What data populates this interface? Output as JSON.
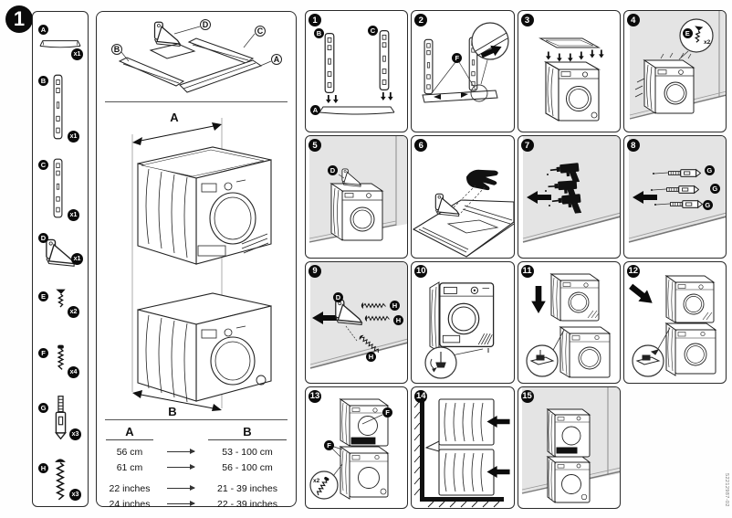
{
  "page": {
    "number": "1",
    "doc_code": "52212987-02"
  },
  "parts_panel": {
    "items": [
      {
        "label": "A",
        "qty": "x1",
        "icon": "crossbar-icon"
      },
      {
        "label": "B",
        "qty": "x1",
        "icon": "rail-left-icon"
      },
      {
        "label": "C",
        "qty": "x1",
        "icon": "rail-right-icon"
      },
      {
        "label": "D",
        "qty": "x1",
        "icon": "wall-bracket-icon"
      },
      {
        "label": "E",
        "qty": "x2",
        "icon": "countersunk-screw-icon"
      },
      {
        "label": "F",
        "qty": "x4",
        "icon": "pan-head-screw-icon"
      },
      {
        "label": "G",
        "qty": "x3",
        "icon": "wall-anchor-icon"
      },
      {
        "label": "H",
        "qty": "x3",
        "icon": "round-head-screw-icon"
      }
    ]
  },
  "overview": {
    "exploded_labels": {
      "d": "D",
      "c": "C",
      "b": "B",
      "a": "A"
    },
    "dim_top": "A",
    "dim_bottom": "B",
    "size_table": {
      "header_a": "A",
      "header_b": "B",
      "rows": [
        {
          "a": "56 cm",
          "b": "53 - 100 cm"
        },
        {
          "a": "61 cm",
          "b": "56 - 100 cm"
        },
        {
          "a": "22 inches",
          "b": "21 - 39 inches"
        },
        {
          "a": "24 inches",
          "b": "22 - 39 inches"
        }
      ]
    }
  },
  "steps": [
    {
      "num": "1",
      "labels": {
        "b": "B",
        "c": "C",
        "a": "A"
      }
    },
    {
      "num": "2",
      "labels": {
        "f": "F"
      }
    },
    {
      "num": "3",
      "labels": {}
    },
    {
      "num": "4",
      "labels": {
        "e": "E",
        "qty": "x2"
      }
    },
    {
      "num": "5",
      "labels": {
        "d": "D"
      }
    },
    {
      "num": "6",
      "labels": {}
    },
    {
      "num": "7",
      "labels": {}
    },
    {
      "num": "8",
      "labels": {
        "g": "G"
      }
    },
    {
      "num": "9",
      "labels": {
        "d": "D",
        "h": "H"
      }
    },
    {
      "num": "10",
      "labels": {}
    },
    {
      "num": "11",
      "labels": {}
    },
    {
      "num": "12",
      "labels": {}
    },
    {
      "num": "13",
      "labels": {
        "f": "F",
        "qty": "x2"
      }
    },
    {
      "num": "14",
      "labels": {}
    },
    {
      "num": "15",
      "labels": {}
    }
  ]
}
